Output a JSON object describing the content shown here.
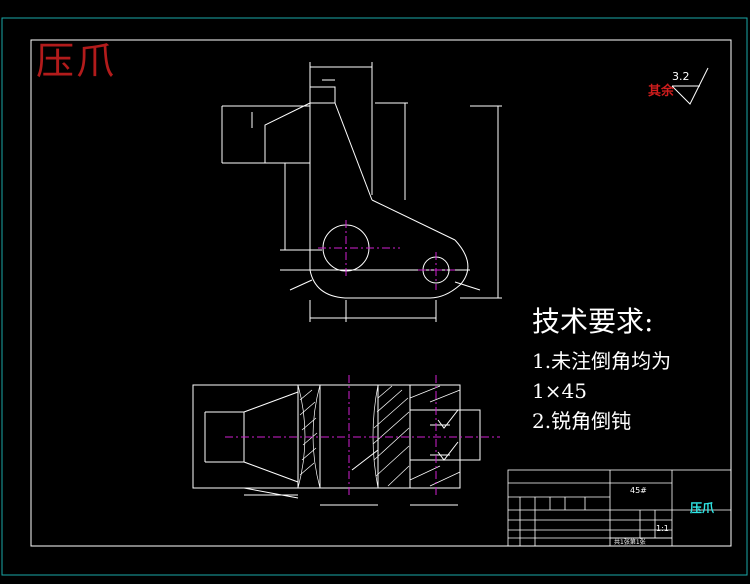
{
  "drawing": {
    "title": "压爪",
    "roughness_label": "其余",
    "roughness_value": "3.2",
    "notes_title": "技术要求:",
    "notes": [
      "1.未注倒角均为",
      "1×45",
      "2.锐角倒钝"
    ]
  },
  "title_block": {
    "material": "45#",
    "part_name": "压爪",
    "scale": "1:1",
    "sheet": "共1张第1张"
  },
  "colors": {
    "line": "#ffffff",
    "center": "#d020d0",
    "frame": "#1aa8a8",
    "title_red": "#b21b1b",
    "cyan_text": "#2fe6e6"
  }
}
